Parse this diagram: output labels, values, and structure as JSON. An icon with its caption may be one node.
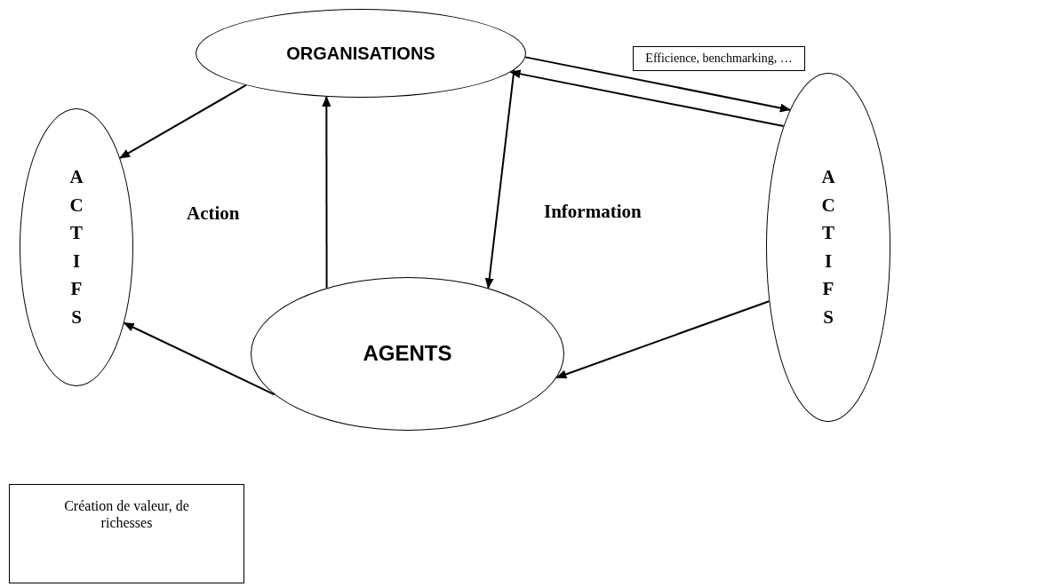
{
  "diagram": {
    "nodes": [
      {
        "text": [
          "ORGANISATIONS"
        ]
      },
      {
        "text": [
          "Efficience, benchmarking, …"
        ]
      },
      {
        "text": [
          "ACTIFS"
        ]
      },
      {
        "text": [
          "ACTIFS"
        ]
      },
      {
        "text": [
          "AGENTS"
        ]
      },
      {
        "text": [
          "Création de valeur, de richesses"
        ]
      }
    ],
    "edges": [
      {
        "from": 0,
        "to": 2,
        "arrow": "to"
      },
      {
        "from": 4,
        "to": 0,
        "arrow": "to"
      },
      {
        "from": 0,
        "to": 4,
        "arrow": "to"
      },
      {
        "from": 3,
        "to": 0,
        "arrow": "to"
      },
      {
        "from": 0,
        "to": 3,
        "arrow": "to"
      },
      {
        "from": 4,
        "to": 2,
        "arrow": "to"
      },
      {
        "from": 3,
        "to": 4,
        "arrow": "to"
      }
    ],
    "labels": [
      "Action",
      "Information"
    ]
  }
}
